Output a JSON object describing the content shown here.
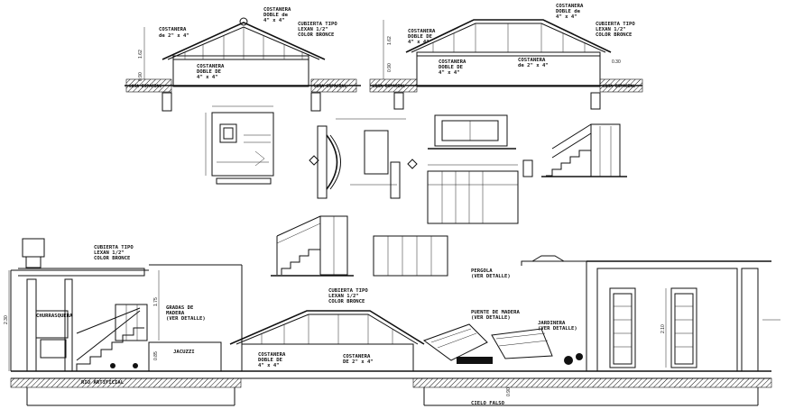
{
  "roof_elev_left": {
    "roof_label": [
      "CUBIERTA TIPO",
      "LEXAN 1/2\"",
      "COLOR BRONCE"
    ],
    "top_costanera": [
      "COSTANERA",
      "DOBLE de",
      "4\" x 4\""
    ],
    "left_costanera": [
      "COSTANERA",
      "de 2\" x 4\""
    ],
    "inner_costanera": [
      "COSTANERA",
      "DOBLE DE",
      "4\" x 4\""
    ],
    "dim_height": "1.62",
    "dim_base": "0.90",
    "footing_left": "LOSA ESPACIAL",
    "footing_right": "LOSA ESPACIAL"
  },
  "roof_elev_right": {
    "roof_label": [
      "CUBIERTA TIPO",
      "LEXAN 1/2\"",
      "COLOR BRONCE"
    ],
    "top_costanera": [
      "COSTANERA",
      "DOBLE de",
      "4\" x 4\""
    ],
    "left_costanera": [
      "COSTANERA",
      "DOBLE DE",
      "4\" x 4\""
    ],
    "right_costanera": [
      "COSTANERA",
      "de 2\" x 4\""
    ],
    "dim_height": "1.62",
    "dim_base": "0.90",
    "dim_side": "0.30",
    "footing_left": "LOSA ESPACIAL",
    "footing_right": "LOSA ESPACIAL"
  },
  "main_section": {
    "roof_left": [
      "CUBIERTA TIPO",
      "LEXAN 1/2\"",
      "COLOR BRONCE"
    ],
    "churrasquera": "CHURRASQUERA",
    "gradas": [
      "GRADAS DE",
      "MADERA",
      "(VER DETALLE)"
    ],
    "jacuzzi": "JACUZZI",
    "rio": "RIO ARTIFICIAL",
    "roof_center": [
      "CUBIERTA TIPO",
      "LEXAN 1/2\"",
      "COLOR BRONCE"
    ],
    "costanera_left": [
      "COSTANERA",
      "DOBLE DE",
      "4\" x 4\""
    ],
    "costanera_right": [
      "COSTANERA",
      "DE 2\" x 4\""
    ],
    "puente": [
      "PUENTE DE MADERA",
      "(VER DETALLE)"
    ],
    "jardinera": [
      "JARDINERA",
      "(VER DETALLE)"
    ],
    "pergola": [
      "PERGOLA",
      "(VER DETALLE)"
    ],
    "cielo": "CIELO FALSO",
    "dim_left_height": "2.30",
    "dim_steps": "1.75",
    "dim_jacuzzi": "0.85",
    "dim_door": "2.10",
    "dim_floor": "0.90"
  }
}
